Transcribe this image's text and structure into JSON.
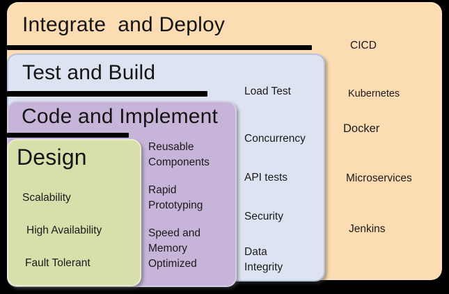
{
  "diagram": {
    "background_color": "#000000",
    "text_color": "#1a1a1a",
    "underline_color": "#000000",
    "layers": [
      {
        "id": "integrate-deploy",
        "title": "Integrate  and Deploy",
        "fill_color": "#fcdcb2",
        "items": [
          "CICD",
          "Kubernetes",
          "Docker",
          "Microservices",
          "Jenkins"
        ]
      },
      {
        "id": "test-build",
        "title": "Test and Build",
        "fill_color": "#dde4f1",
        "items": [
          "Load Test",
          "Concurrency",
          "API tests",
          "Security",
          "Data Integrity"
        ]
      },
      {
        "id": "code-implement",
        "title": "Code and Implement",
        "fill_color": "#c6b5d8",
        "items": [
          "Reusable Components",
          "Rapid Prototyping",
          "Speed and Memory Optimized"
        ]
      },
      {
        "id": "design",
        "title": "Design",
        "fill_color": "#d8dfab",
        "items": [
          "Scalability",
          "High Availability",
          "Fault Tolerant"
        ]
      }
    ]
  }
}
